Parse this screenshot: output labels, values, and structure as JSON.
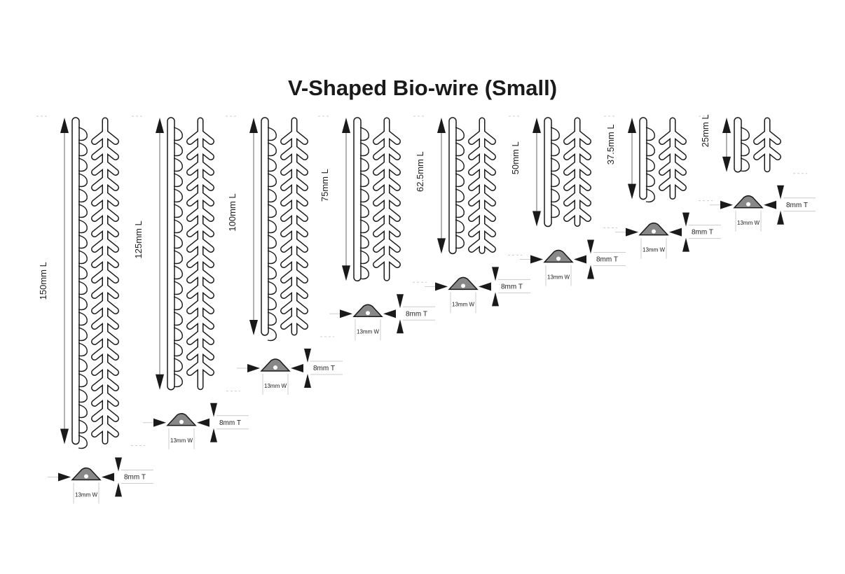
{
  "title": "V-Shaped Bio-wire (Small)",
  "colors": {
    "ink": "#1a1a1a",
    "guide": "#cccccc",
    "fill": "#888888"
  },
  "units": [
    {
      "length_mm": 150,
      "length_label": "150mm L",
      "thickness_label": "8mm T",
      "width_label": "13mm W"
    },
    {
      "length_mm": 125,
      "length_label": "125mm L",
      "thickness_label": "8mm T",
      "width_label": "13mm W"
    },
    {
      "length_mm": 100,
      "length_label": "100mm L",
      "thickness_label": "8mm T",
      "width_label": "13mm W"
    },
    {
      "length_mm": 75,
      "length_label": "75mm L",
      "thickness_label": "8mm T",
      "width_label": "13mm W"
    },
    {
      "length_mm": 62.5,
      "length_label": "62.5mm L",
      "thickness_label": "8mm T",
      "width_label": "13mm W"
    },
    {
      "length_mm": 50,
      "length_label": "50mm L",
      "thickness_label": "8mm T",
      "width_label": "13mm W"
    },
    {
      "length_mm": 37.5,
      "length_label": "37.5mm L",
      "thickness_label": "8mm T",
      "width_label": "13mm W"
    },
    {
      "length_mm": 25,
      "length_label": "25mm L",
      "thickness_label": "8mm T",
      "width_label": "13mm W"
    }
  ]
}
